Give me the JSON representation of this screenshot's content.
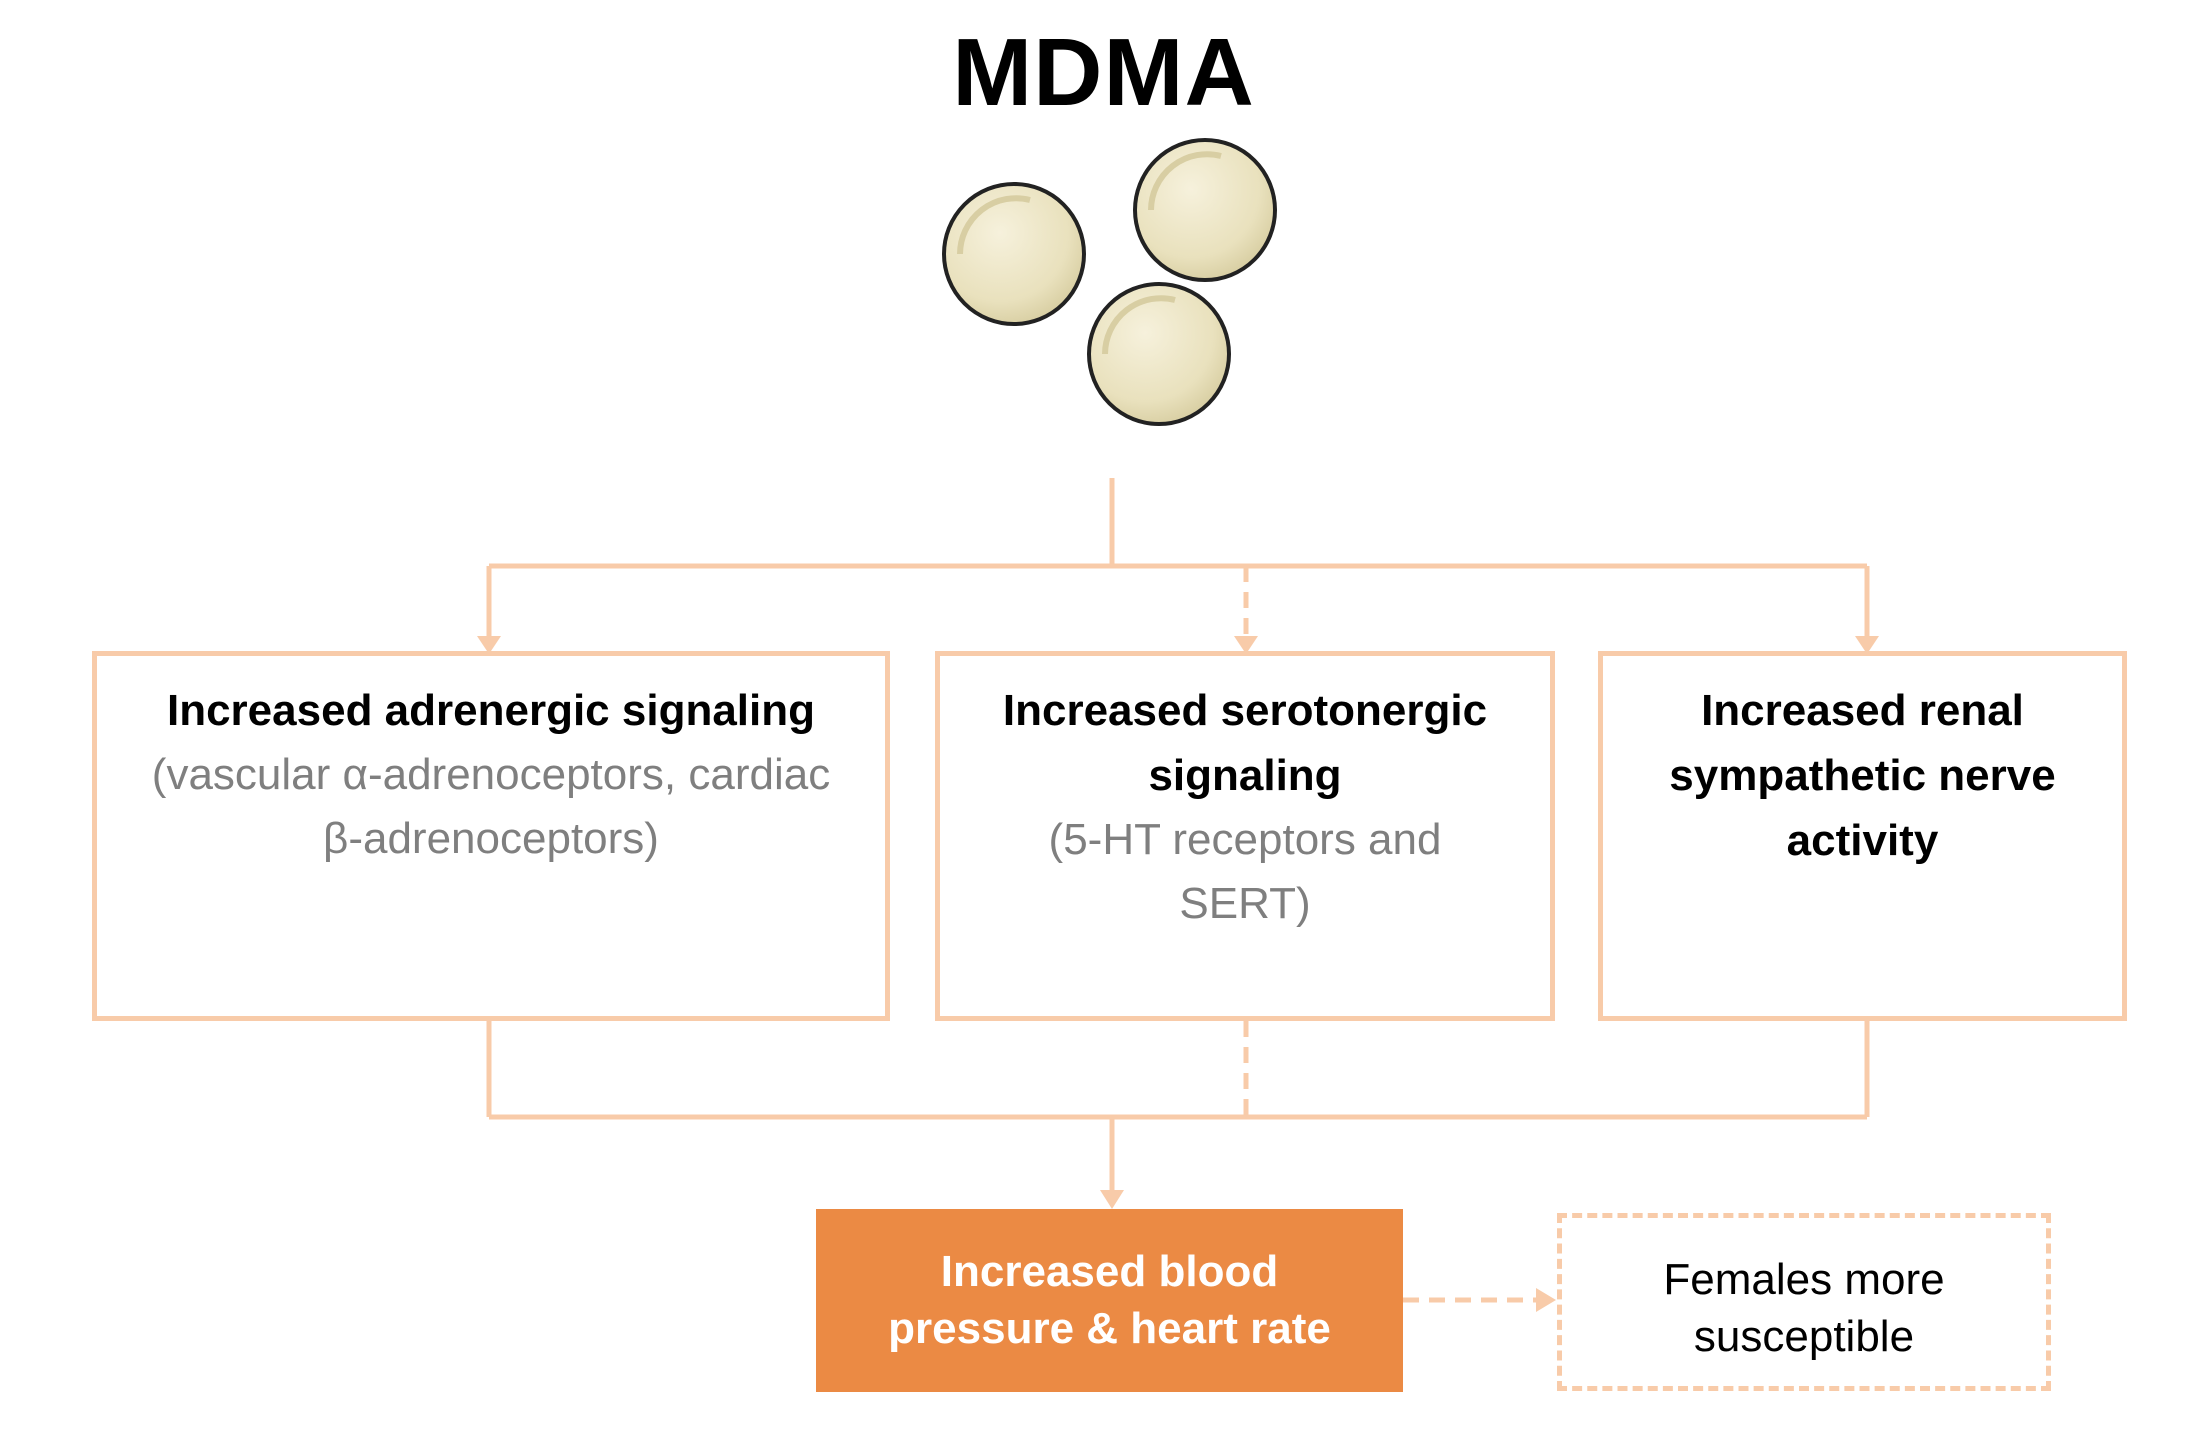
{
  "title": "MDMA",
  "boxes": {
    "adrenergic": {
      "heading": "Increased adrenergic signaling",
      "detail_line1": "(vascular α-adrenoceptors, cardiac",
      "detail_line2": "β-adrenoceptors)"
    },
    "serotonergic": {
      "heading_line1": "Increased serotonergic",
      "heading_line2": "signaling",
      "detail_line1": "(5-HT receptors and",
      "detail_line2": "SERT)"
    },
    "renal": {
      "heading_line1": "Increased renal",
      "heading_line2": "sympathetic nerve",
      "heading_line3": "activity"
    },
    "outcome": {
      "line1": "Increased blood",
      "line2": "pressure & heart rate"
    },
    "females": {
      "line1": "Females more",
      "line2": "susceptible"
    }
  },
  "icons": [
    "pill-icon",
    "blood-vessel-icon",
    "heart-icon",
    "brain-icon",
    "kidney-icon"
  ],
  "colors": {
    "connector": "#f8cba9",
    "outcome_fill": "#eb8a44",
    "pill_fill": "#ece5c4",
    "muted_text": "#7f7f7f"
  }
}
